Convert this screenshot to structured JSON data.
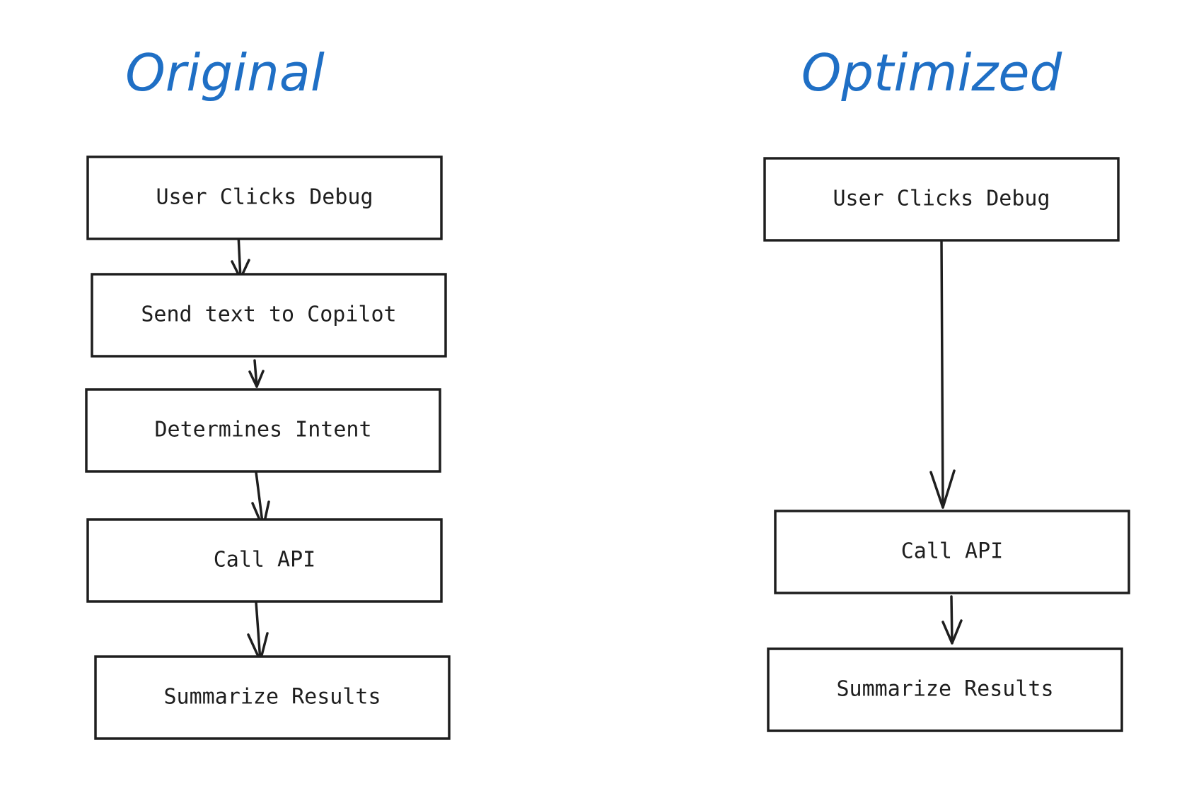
{
  "colors": {
    "heading": "#1f6fc5",
    "stroke": "#1e1e1e",
    "background": "#ffffff"
  },
  "panels": [
    {
      "id": "original",
      "title": "Original",
      "steps": [
        "User Clicks Debug",
        "Send text to Copilot",
        "Determines Intent",
        "Call API",
        "Summarize Results"
      ]
    },
    {
      "id": "optimized",
      "title": "Optimized",
      "steps": [
        "User Clicks Debug",
        "Call API",
        "Summarize Results"
      ]
    }
  ]
}
